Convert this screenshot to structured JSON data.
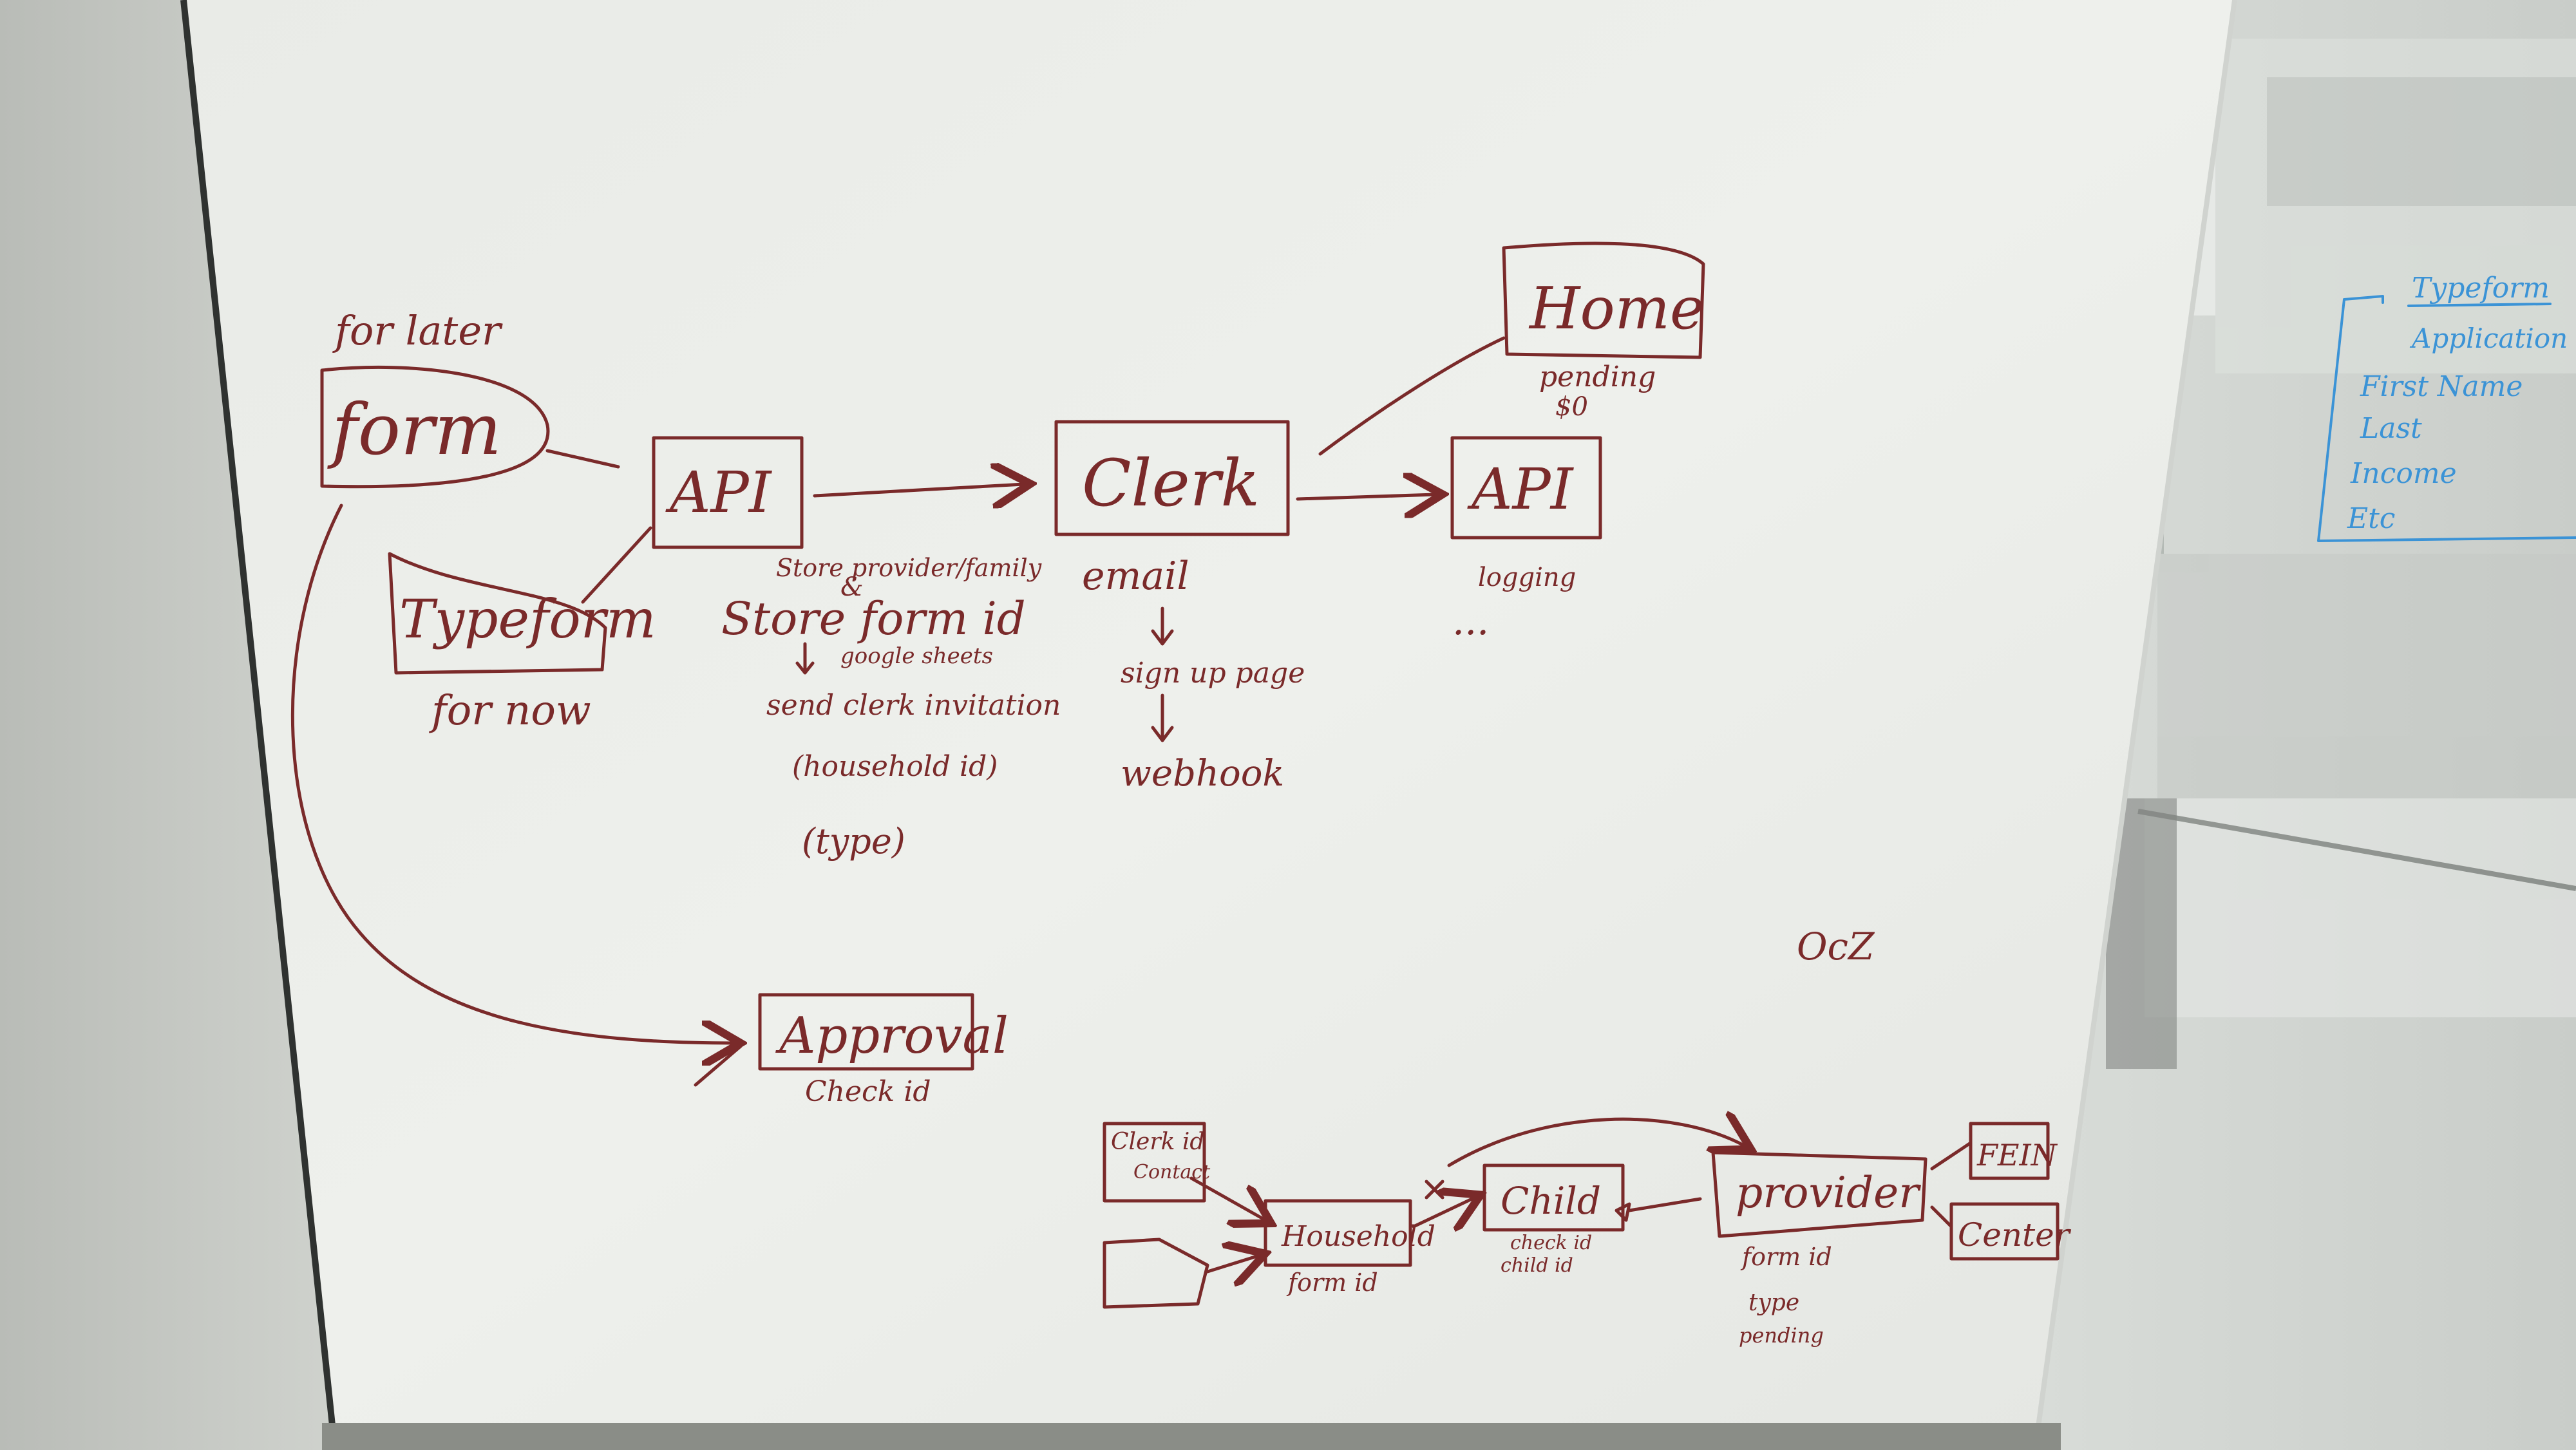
{
  "whiteboard": {
    "left_flow": {
      "for_later": "for later",
      "form": "form",
      "typeform": "Typeform",
      "for_now": "for now",
      "api": "API",
      "store_provider_family": "Store provider/family",
      "ampersand": "&",
      "store_form_id": "Store form id",
      "google_sheets": "google sheets",
      "send_clerk_invitation": "send clerk invitation",
      "household_id": "(household id)",
      "type": "(type)",
      "clerk": "Clerk",
      "email": "email",
      "sign_up_page": "sign up page",
      "webhook": "webhook",
      "home": "Home",
      "pending": "pending",
      "dollar_zero": "$0",
      "api_right": "API",
      "logging": "logging",
      "ellipsis": "...",
      "approval": "Approval",
      "check_id": "Check id",
      "initials": "OcZ"
    },
    "data_model": {
      "clerk_id": "Clerk id",
      "contact": "Contact",
      "household": "Household",
      "form_id": "form id",
      "child": "Child",
      "check_id": "check id",
      "child_id": "child id",
      "provider": "provider",
      "form_id2": "form id",
      "type": "type",
      "pending": "pending",
      "fein": "FEIN",
      "center": "Center"
    },
    "side_panel": {
      "typeform": "Typeform",
      "application": "Application",
      "first_name": "First Name",
      "last": "Last",
      "income": "Income",
      "etc": "Etc"
    }
  },
  "colors": {
    "ink": "#7a2a2a",
    "blue_ink": "#3b93d6",
    "board": "#eceeea"
  }
}
